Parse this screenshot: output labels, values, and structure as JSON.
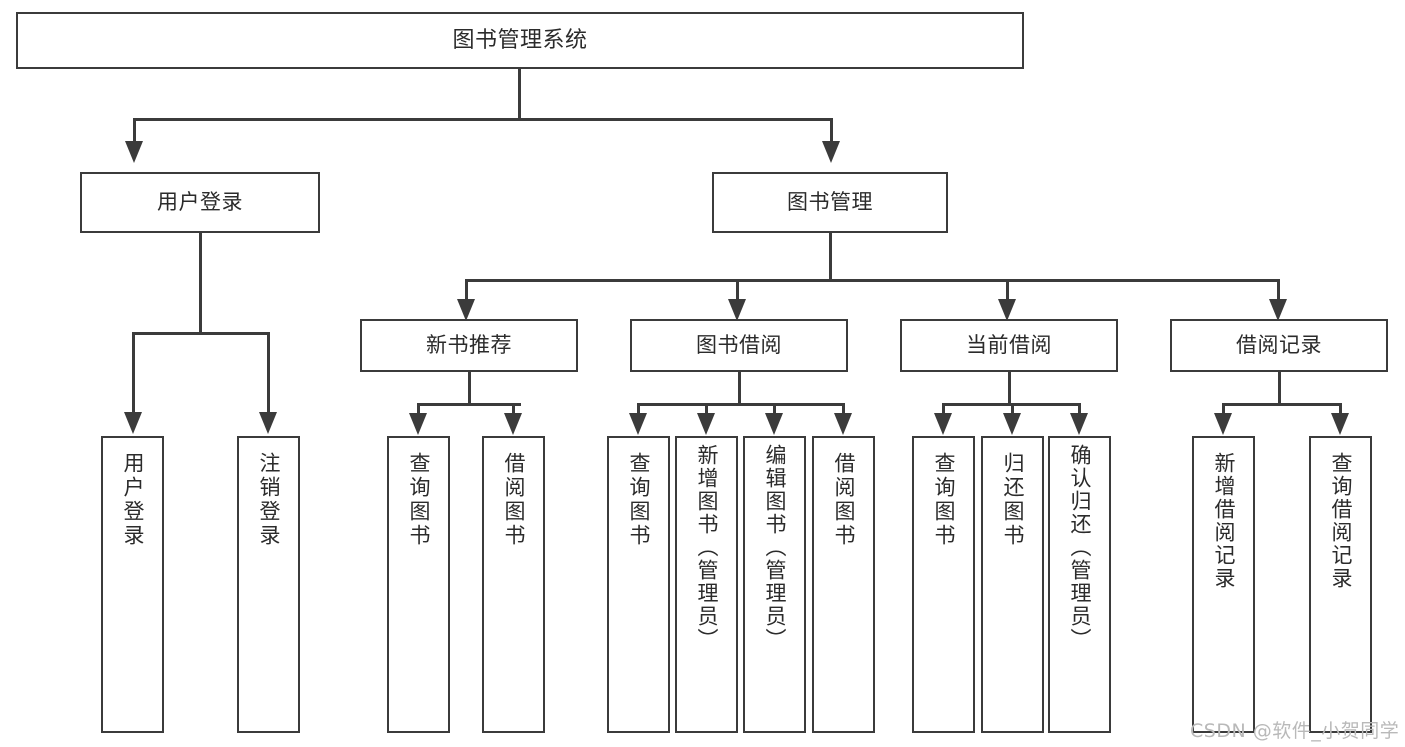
{
  "diagram": {
    "type": "tree-hierarchy-chart",
    "title": "图书管理系统",
    "stroke_color": "#3b3b3b",
    "background_color": "#ffffff",
    "text_color": "#2b2b2b",
    "root": {
      "id": "root",
      "label": "图书管理系统"
    },
    "level2": [
      {
        "id": "user-login",
        "label": "用户登录"
      },
      {
        "id": "book-manage",
        "label": "图书管理"
      }
    ],
    "level3": [
      {
        "id": "new-book-recommend",
        "label": "新书推荐",
        "parent": "book-manage"
      },
      {
        "id": "book-borrow",
        "label": "图书借阅",
        "parent": "book-manage"
      },
      {
        "id": "current-borrow",
        "label": "当前借阅",
        "parent": "book-manage"
      },
      {
        "id": "borrow-record",
        "label": "借阅记录",
        "parent": "book-manage"
      }
    ],
    "leaves": [
      {
        "id": "leaf-user-login",
        "label": "用户登录",
        "parent": "user-login"
      },
      {
        "id": "leaf-user-logout",
        "label": "注销登录",
        "parent": "user-login"
      },
      {
        "id": "leaf-query-book-1",
        "label": "查询图书",
        "parent": "new-book-recommend"
      },
      {
        "id": "leaf-borrow-book-1",
        "label": "借阅图书",
        "parent": "new-book-recommend"
      },
      {
        "id": "leaf-query-book-2",
        "label": "查询图书",
        "parent": "book-borrow"
      },
      {
        "id": "leaf-add-book",
        "label": "新增图书（管理员）",
        "parent": "book-borrow"
      },
      {
        "id": "leaf-edit-book",
        "label": "编辑图书（管理员）",
        "parent": "book-borrow"
      },
      {
        "id": "leaf-borrow-book-2",
        "label": "借阅图书",
        "parent": "book-borrow"
      },
      {
        "id": "leaf-query-book-3",
        "label": "查询图书",
        "parent": "current-borrow"
      },
      {
        "id": "leaf-return-book",
        "label": "归还图书",
        "parent": "current-borrow"
      },
      {
        "id": "leaf-confirm-return",
        "label": "确认归还（管理员）",
        "parent": "current-borrow"
      },
      {
        "id": "leaf-add-record",
        "label": "新增借阅记录",
        "parent": "borrow-record"
      },
      {
        "id": "leaf-query-record",
        "label": "查询借阅记录",
        "parent": "borrow-record"
      }
    ]
  },
  "watermark": {
    "text": "CSDN @软件_小贺同学"
  }
}
